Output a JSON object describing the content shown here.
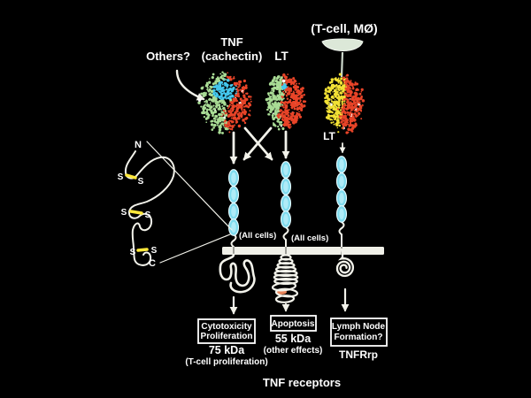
{
  "colors": {
    "background": "#000000",
    "text": "#ffffff",
    "protein_green": "#a9dc95",
    "protein_red": "#e84428",
    "protein_cyan": "#45c8ee",
    "protein_yellow": "#f2e135",
    "receptor_oval": "#7fdbee",
    "receptor_oval_rim": "#e6fbff",
    "membrane": "#f0f0e8",
    "structure_line": "#f2f2ea",
    "disulfide": "#ffe83a",
    "orange_patch": "#e8845a",
    "funnel": "#dce8d8"
  },
  "ligands": {
    "others": "Others?",
    "tnf": "TNF",
    "tnf_sub": "(cachectin)",
    "lt": "LT",
    "source": "(T-cell, MØ)",
    "lt_receptor3": "LT"
  },
  "domain_detail": {
    "n": "N",
    "c": "C",
    "s": "S"
  },
  "membrane": {
    "all_cells": [
      "(All cells)",
      "(All cells)"
    ]
  },
  "outcomes": [
    {
      "box": [
        "Cytotoxicity",
        "Proliferation"
      ],
      "size": "75 kDa",
      "note": "(T-cell proliferation)"
    },
    {
      "box": [
        "Apoptosis"
      ],
      "size": "55 kDa",
      "note": "(other effects)"
    },
    {
      "box": [
        "Lymph Node",
        "Formation?"
      ],
      "name": "TNFRrp"
    }
  ],
  "caption": "TNF receptors"
}
